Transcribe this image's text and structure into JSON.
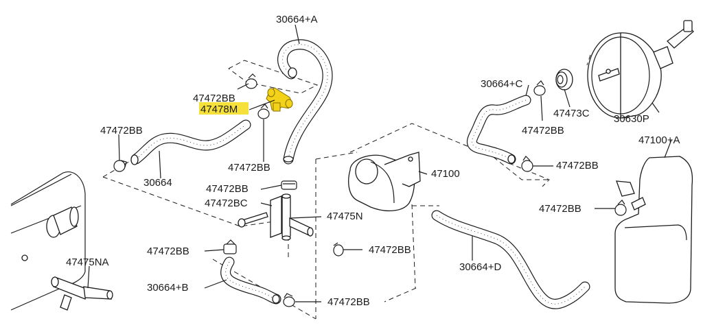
{
  "highlight_color": "#f5e13a",
  "highlight_part_color": "#f3d21a",
  "labels": {
    "hose_top": "30664+A",
    "clamp_top_left": "47472BB",
    "valve_highlighted": "47478M",
    "clamp_left": "47472BB",
    "hose_left": "30664",
    "clamp_center_upper": "47472BB",
    "clamp_center_mid": "47472BB",
    "bolt_center": "47472BC",
    "tee_connector": "47475N",
    "clamp_center_lower": "47472BB",
    "clamp_right_of_tee": "47472BB",
    "hose_bottom": "30664+B",
    "clamp_bottom": "47472BB",
    "connector_left": "47475NA",
    "hose_upper_right": "30664+C",
    "grommet": "47473C",
    "clamp_upper_right": "47472BB",
    "booster": "30630P",
    "canister": "47100",
    "clamp_mid_right": "47472BB",
    "canister_ref": "47100+A",
    "clamp_lower_right": "47472BB",
    "hose_lower_right": "30664+D"
  }
}
